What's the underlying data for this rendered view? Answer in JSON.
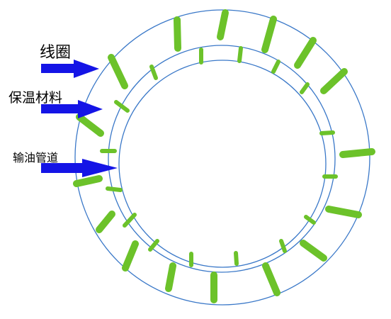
{
  "labels": {
    "coil": "线圈",
    "insulation": "保温材料",
    "pipe": "输油管道"
  },
  "colors": {
    "background": "#ffffff",
    "ring_stroke": "#3a78c8",
    "coil_segments": "#6cc22a",
    "arrows": "#1414e6",
    "label_text": "#000000"
  }
}
